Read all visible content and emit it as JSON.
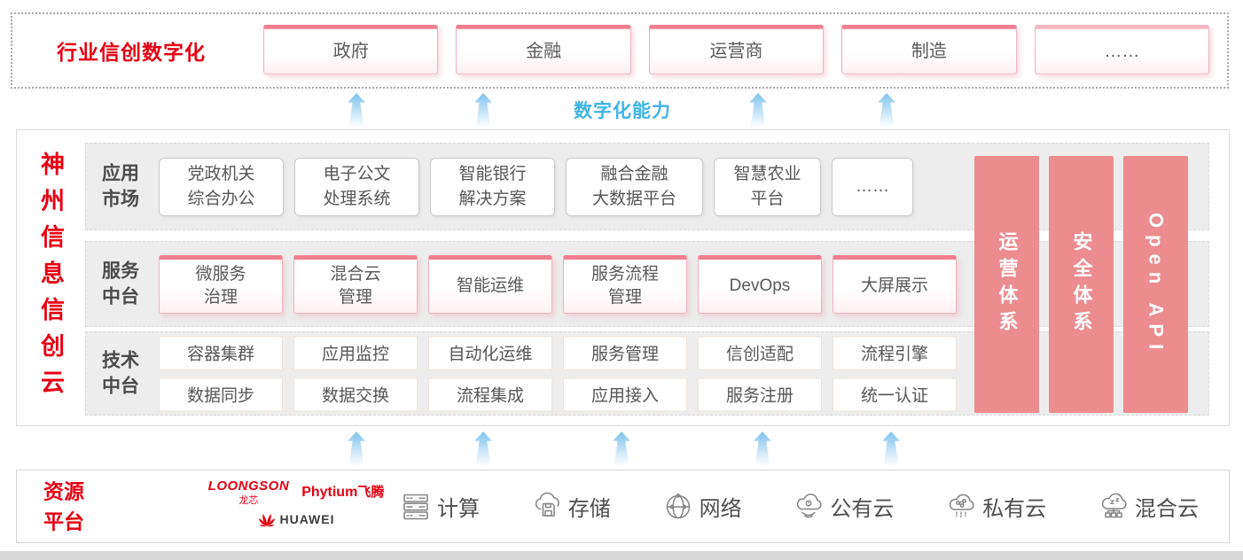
{
  "top_banner": {
    "title": "行业信创数字化",
    "items": [
      "政府",
      "金融",
      "运营商",
      "制造",
      "……"
    ]
  },
  "digital_capability_label": "数字化能力",
  "main": {
    "vertical_title": "神州信息信创云",
    "rows": [
      {
        "label": "应用\n市场",
        "items": [
          "党政机关\n综合办公",
          "电子公文\n处理系统",
          "智能银行\n解决方案",
          "融合金融\n大数据平台",
          "智慧农业\n平台",
          "……"
        ]
      },
      {
        "label": "服务\n中台",
        "items": [
          "微服务\n治理",
          "混合云\n管理",
          "智能运维",
          "服务流程\n管理",
          "DevOps",
          "大屏展示"
        ]
      },
      {
        "label": "技术\n中台",
        "grid": [
          [
            "容器集群",
            "应用监控",
            "自动化运维",
            "服务管理",
            "信创适配",
            "流程引擎"
          ],
          [
            "数据同步",
            "数据交换",
            "流程集成",
            "应用接入",
            "服务注册",
            "统一认证"
          ]
        ]
      }
    ],
    "pillars": [
      "运营体系",
      "安全体系",
      "Open API"
    ]
  },
  "resource_platform": {
    "label": "资源\n平台",
    "vendors": {
      "loongson_en": "LOONGSON",
      "loongson_cn": "龙芯",
      "phytium_en": "Phytium",
      "phytium_cn": "飞腾",
      "huawei": "HUAWEI"
    },
    "items": [
      {
        "icon": "server-icon",
        "label": "计算"
      },
      {
        "icon": "storage-icon",
        "label": "存储"
      },
      {
        "icon": "network-icon",
        "label": "网络"
      },
      {
        "icon": "public-cloud-icon",
        "label": "公有云"
      },
      {
        "icon": "private-cloud-icon",
        "label": "私有云"
      },
      {
        "icon": "hybrid-cloud-icon",
        "label": "混合云"
      }
    ]
  },
  "colors": {
    "brand_red": "#e60012",
    "pillar_pink": "#ed8c8e",
    "card_top_pink": "#f07d90",
    "capability_blue": "#3fb3e9",
    "arrow_blue": "#7ec3ee",
    "row_gray": "#ededed",
    "text_dark": "#595959"
  }
}
